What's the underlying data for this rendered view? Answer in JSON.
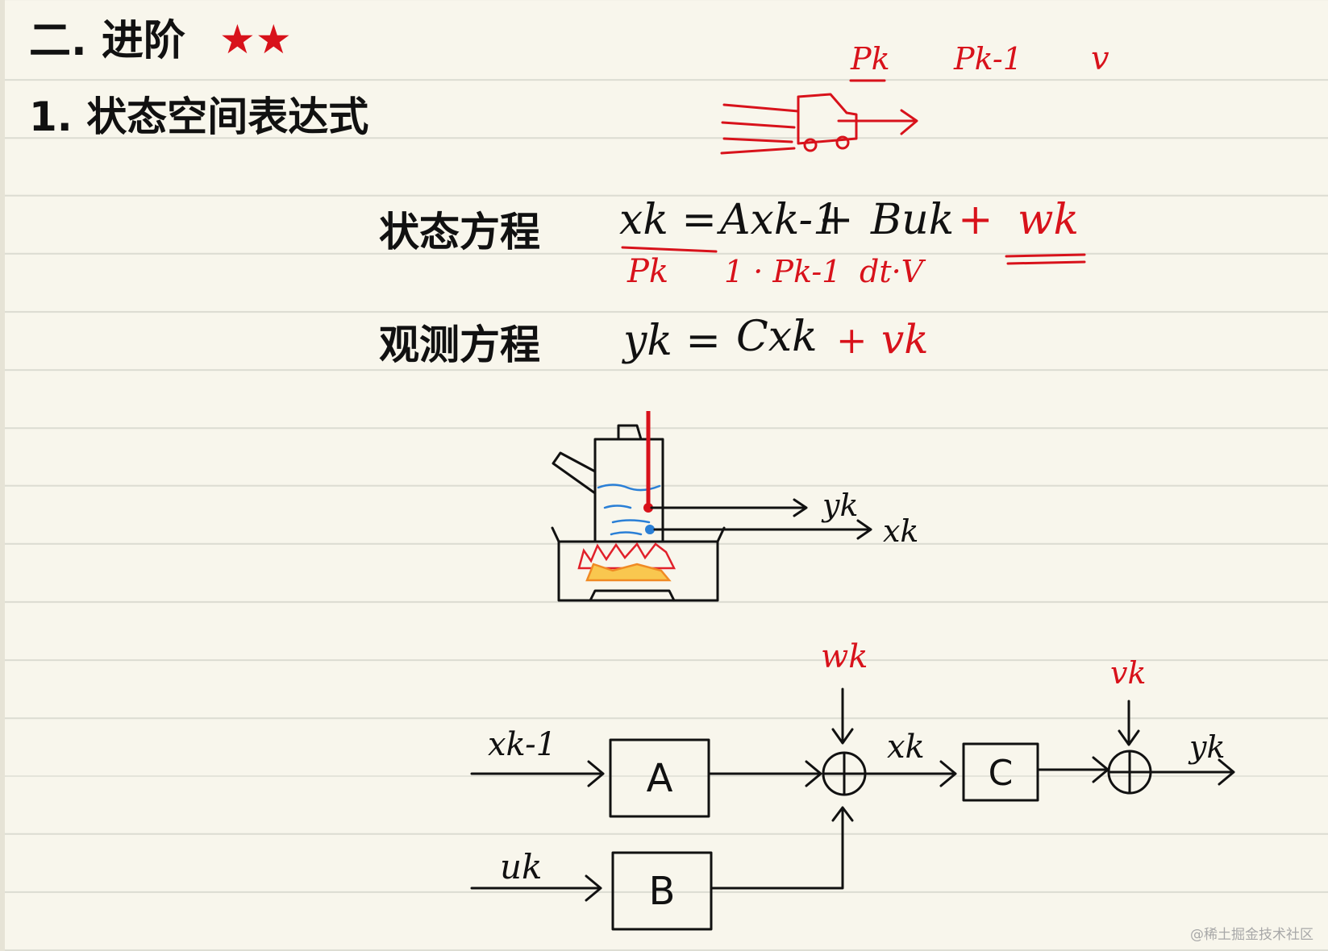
{
  "heading": {
    "section": "二. 进阶",
    "stars": "★★",
    "subsection": "1. 状态空间表达式"
  },
  "car_sketch": {
    "labels": [
      "Pk",
      "Pk-1",
      "v"
    ]
  },
  "equations": {
    "state": {
      "name": "状态方程",
      "lhs": "xk =",
      "term_a": "Axk-1",
      "plus1": "+",
      "term_b": "Buk",
      "plus2": "+",
      "noise": "wk"
    },
    "state_annotation": {
      "lhs": "Pk",
      "term_a": "1 · Pk-1",
      "term_b": "dt·V"
    },
    "observation": {
      "name": "观测方程",
      "lhs": "yk =",
      "term_c": "Cxk",
      "plus": "+",
      "noise": "vk"
    }
  },
  "kettle_sketch": {
    "labels": [
      "yk",
      "xk"
    ]
  },
  "block_diagram": {
    "inputs": [
      "xk-1",
      "uk"
    ],
    "blocks": [
      "A",
      "B",
      "C"
    ],
    "signals": [
      "wk",
      "xk",
      "vk",
      "yk"
    ]
  },
  "watermark": "@稀土掘金技术社区",
  "colors": {
    "ink": "#111111",
    "red": "#d8121b",
    "blue": "#2a7fd6",
    "paper": "#f8f6ec"
  }
}
